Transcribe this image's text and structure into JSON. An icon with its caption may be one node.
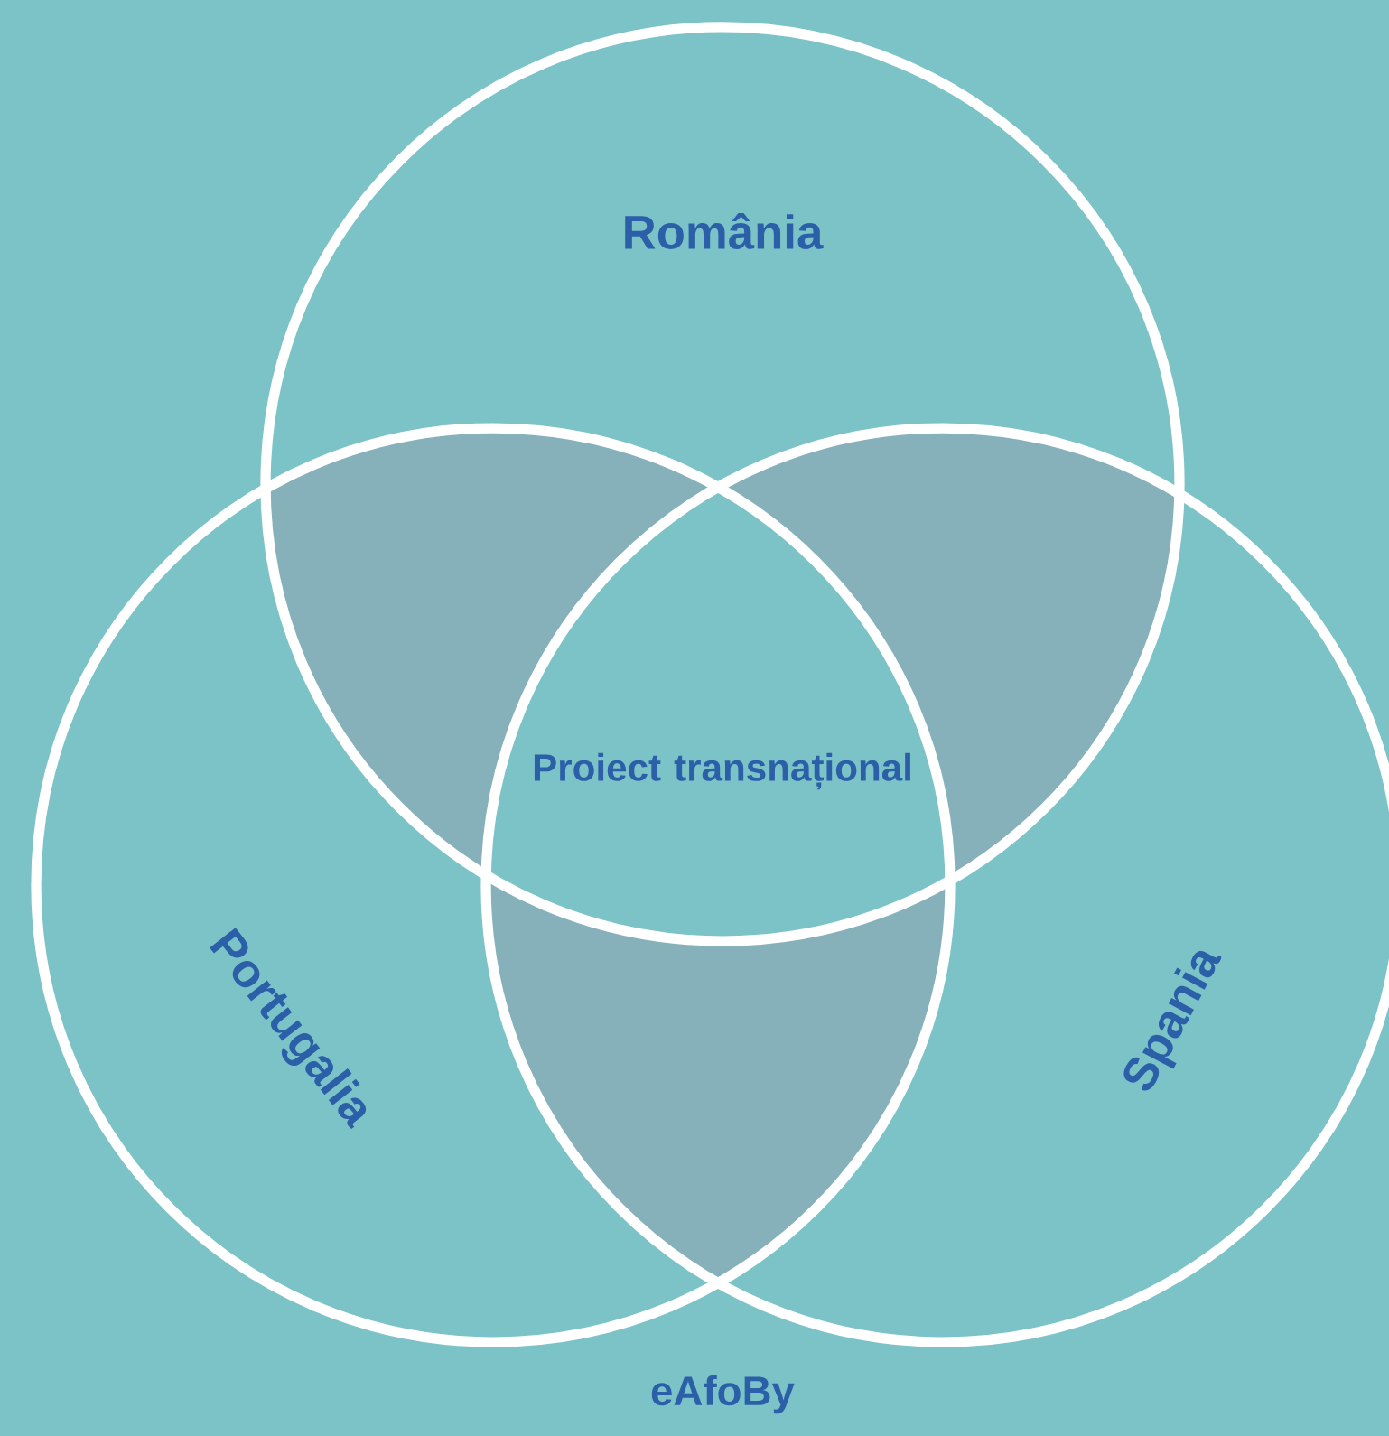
{
  "diagram": {
    "nodes": [
      {
        "text": [
          "România"
        ]
      },
      {
        "text": [
          "Portugalia"
        ]
      },
      {
        "text": [
          "Spania"
        ]
      },
      {
        "text": [
          "Proiect transnațional"
        ]
      }
    ],
    "labels": [
      "eAfoBy"
    ]
  }
}
